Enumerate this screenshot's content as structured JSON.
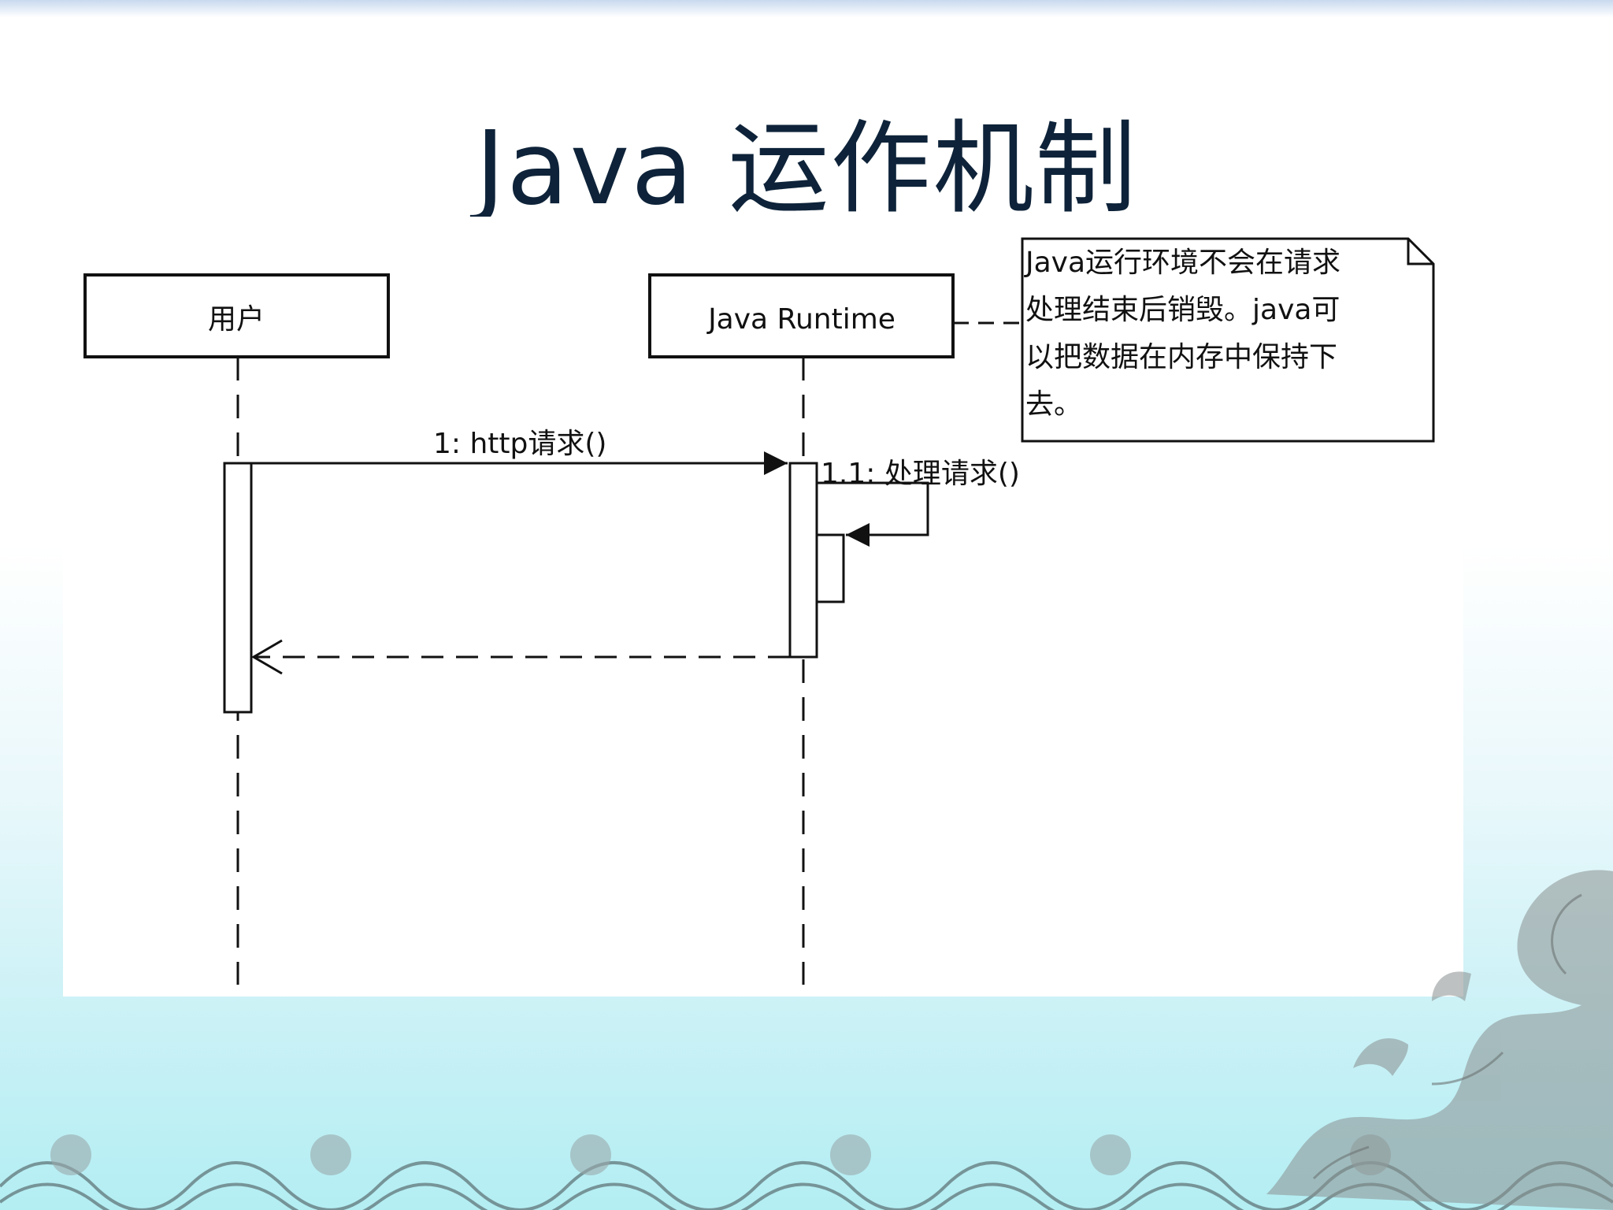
{
  "slide": {
    "title": "Java 运作机制"
  },
  "diagram": {
    "type": "sequence",
    "lifelines": [
      {
        "id": "user",
        "label": "用户"
      },
      {
        "id": "runtime",
        "label": "Java Runtime"
      }
    ],
    "messages": [
      {
        "label": "1: http请求()",
        "from": "user",
        "to": "runtime",
        "style": "synchronous"
      },
      {
        "label": "1.1: 处理请求()",
        "from": "runtime",
        "to": "runtime",
        "style": "self-call"
      },
      {
        "label": "",
        "from": "runtime",
        "to": "user",
        "style": "return-dashed"
      }
    ],
    "note": {
      "attached_to": "runtime",
      "lines": [
        "Java运行环境不会在请求",
        "处理结束后销毁。java可",
        "以把数据在内存中保持下",
        "去。"
      ]
    }
  },
  "colors": {
    "title": "#0e2339",
    "diagram_line": "#111111",
    "background_bottom": "#b3eef3"
  }
}
